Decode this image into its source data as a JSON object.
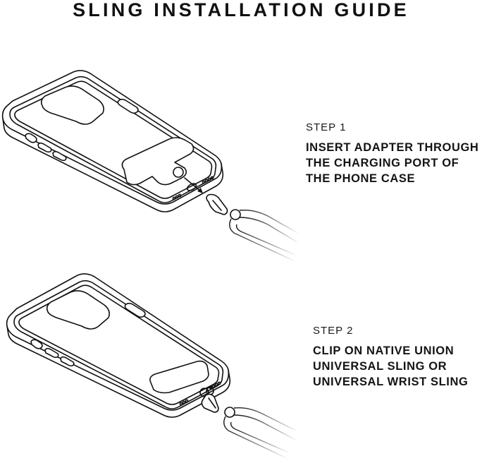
{
  "title": "SLING INSTALLATION GUIDE",
  "steps": [
    {
      "label": "STEP 1",
      "text": "INSERT ADAPTER THROUGH\nTHE CHARGING PORT OF\nTHE PHONE CASE",
      "illustration": "phone-case-with-adapter-and-sling-clip"
    },
    {
      "label": "STEP 2",
      "text": "CLIP ON NATIVE UNION\nUNIVERSAL SLING OR\nUNIVERSAL WRIST SLING",
      "illustration": "phone-case-with-sling-clipped"
    }
  ],
  "colors": {
    "background": "#ffffff",
    "ink": "#111111",
    "sling_fade": "#bbbbbb"
  }
}
